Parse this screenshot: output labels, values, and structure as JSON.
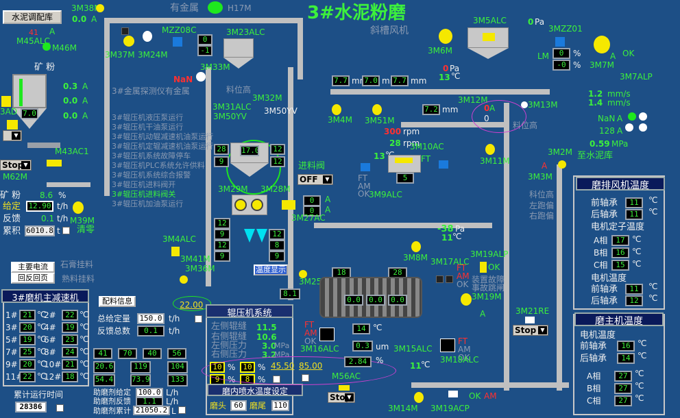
{
  "title": "3#水泥粉磨",
  "subtitle": "斜槽风机",
  "btn_cement_mix": "水泥调配库",
  "metal": "有金属",
  "h17m": "H17M",
  "labels": {
    "m38m": "3M38M",
    "m38v": "0.0",
    "a": "A",
    "m45alc": "M45ALC",
    "m45v": "41",
    "m46m": "M46M",
    "kuangfen": "矿  粉",
    "m37m": "3M37M",
    "m24m": "3M24M",
    "mzz08c": "MZZ08C",
    "m23alc": "3M23ALC",
    "m33m": "3M33M",
    "nan": "NaN",
    "liaowei": "料位高",
    "metal_fault": "3#金属探测仪有金属",
    "m3ad": "3AD",
    "m31alc": "3M31ALC",
    "m32m": "3M32M",
    "m50yv": "3M50YV",
    "m50yv2": "3M50YV",
    "m43ac1": "M43AC1",
    "stop": "Stop",
    "m62m": "M62M",
    "m29m": "3M29M",
    "m28m": "3M28M",
    "m27ac": "3M27AC",
    "kuangfen2": "矿  粉",
    "pct": "%",
    "geiding": "给定",
    "fankui": "反馈",
    "leiji": "累积",
    "th": "t/h",
    "t": "t",
    "m39m": "M39M",
    "qingling": "清零",
    "m4alc": "3M4ALC",
    "m41m": "3M41M",
    "m36m": "3M36M",
    "shigao": "石膏挂料",
    "shushi": "熟料挂料",
    "main_current": "主要电流",
    "return_page": "回反回页",
    "m25m": "3M25M",
    "temp_show": "温度显示",
    "m4m": "3M4M",
    "m51m": "3M51M",
    "m10ac": "3M10AC",
    "m12m": "3M12M",
    "m13m": "3M13M",
    "m6m": "3M6M",
    "m5alc": "3M5ALC",
    "m7m": "3M7M",
    "m7alp": "3M7ALP",
    "mzz01": "3MZZ01",
    "lm": "LM",
    "ok": "OK",
    "pa": "Pa",
    "celsius": "℃",
    "rpm": "rpm",
    "mms": "mm/s",
    "mpa": "MPa",
    "jinliao": "进料阀",
    "off": "OFF",
    "ft": "FT",
    "am": "AM",
    "m9alc": "3M9ALC",
    "m11m": "3M11M",
    "m2m": "3M2M",
    "m3m": "3M3M",
    "zhishui": "至水泥库",
    "liaowei2": "科位高",
    "zuopao": "左跑偏",
    "youpao": "右跑偏",
    "m8m": "3M8M",
    "m17alc": "3M17ALC",
    "m19alp": "3M19ALP",
    "m19m": "3M19M",
    "zhuangzhi": "装置故障",
    "zhuangzhi2": "事故跳闸",
    "m21re": "3M21RE",
    "m16alc": "3M16ALC",
    "m15alc": "3M15ALC",
    "m18alc": "3M18ALC",
    "m56ac": "M56AC",
    "um": "um",
    "m14m": "3M14M",
    "m19acp": "3M19ACP",
    "mill_inner": "磨内喷水温度设定",
    "motou": "磨头",
    "mowei": "磨尾",
    "peiliao": "配料信息",
    "zong_geiding": "总给定量",
    "fankui_zong": "反馈总数",
    "gunya": "辊压机系统",
    "zuoce_gap": "左侧辊缝",
    "youce_gap": "右侧辊缝",
    "zuoce_p": "左侧压力",
    "youce_p": "右侧压力",
    "mm": "mm",
    "mpa_s": "MPa",
    "runtime": "累计运行时间",
    "zhumo1": "助磨剂给定",
    "zhumo2": "助磨剂反馈",
    "zhumo3": "助磨剂累计",
    "lh": "L/h",
    "l": "L"
  },
  "alarms": [
    "3#辊压机液压泵运行",
    "3#辊压机干油泵运行",
    "3#辊压机动辊减速机油泵运行",
    "3#辊压机定辊减速机油泵运行",
    "3#辊压机系统故障停车",
    "3#辊压机PLC系统允许供料",
    "3#辊压机系统综合报警",
    "3#辊压机进料阀开",
    "3#辊压机进料阀关",
    "3#辊压机加油泵运行"
  ],
  "values": {
    "m3ad_v": "7.0",
    "a1": "0.3",
    "a2": "0.0",
    "a3": "0.0",
    "mzz08c_v": "0",
    "mzz08c_v2": "-1",
    "geiding_v": "12.90",
    "fankui_v": "0.1",
    "leiji_v": "6010.8",
    "kf_pct": "8.6",
    "m28": "28",
    "m17": "17.0",
    "m12": "12",
    "m9": "9",
    "m12b": "12",
    "m0a": "0",
    "m0b": "0",
    "m7a": "7.7",
    "m7b": "7.0",
    "m7c": "7.7",
    "m7d": "7.2",
    "rpm300": "300",
    "rpm28": "28",
    "t13": "13",
    "t13b": "13",
    "m6pa": "0",
    "m6t": "13",
    "m5pa": "0",
    "m12a": "0",
    "mms1": "1.2",
    "mms2": "1.4",
    "nan2": "NaN",
    "a128": "128",
    "mpa059": "0.59",
    "zh1": "0",
    "zh2": "-0",
    "m10v": "5",
    "m38": "-38",
    "m11c": "11",
    "c12": "12",
    "c9": "9",
    "c12b": "12",
    "c9b": "9",
    "c8": "8",
    "m25": "8.1",
    "mill_a": "18",
    "mill_b": "28",
    "mill_0a": "0.0",
    "mill_0b": "0.0",
    "mill_0c": "0.0",
    "m14": "14",
    "um": "0.3",
    "pct284": "2.84",
    "rc1": "11.5",
    "rc2": "10.6",
    "rc3": "3.0",
    "rc4": "3.2",
    "p1": "10",
    "p2": "10",
    "p3": "9",
    "p4": "8",
    "p5": "45.50",
    "p6": "85.00",
    "motou_v": "60",
    "mowei_v": "110",
    "m22": "22.00",
    "zong_v": "150.0",
    "fk_v": "0.1",
    "b1": "41",
    "b2": "70",
    "b3": "40",
    "b4": "56",
    "b5": "20.6",
    "b6": "119",
    "b7": "104",
    "b8": "54.4",
    "b9": "73.9",
    "b10": "133",
    "runtime_v": "28386",
    "zm1": "100.0",
    "zm2": "1.1",
    "zm3": "21050.2",
    "t11": "11"
  },
  "fan_panel": {
    "title": "磨排风机温度",
    "front": "前轴承",
    "back": "后轴承",
    "stator": "电机定子温度",
    "A": "A相",
    "B": "B相",
    "C": "C相",
    "motor": "电机温度",
    "front2": "前轴承",
    "back2": "后轴承",
    "v1": "11",
    "v2": "11",
    "v3": "17",
    "v4": "16",
    "v5": "15",
    "v6": "11",
    "v7": "12"
  },
  "main_panel": {
    "title": "磨主机温度",
    "motor": "电机温度",
    "front": "前轴承",
    "back": "后轴承",
    "A": "A相",
    "B": "B相",
    "C": "C相",
    "v1": "16",
    "v2": "14",
    "v3": "27",
    "v4": "27",
    "v5": "27"
  },
  "reducer": {
    "title": "3#磨机主减速机",
    "rows": [
      {
        "l": "1#",
        "v": "21",
        "r": "2#",
        "rv": "22"
      },
      {
        "l": "3#",
        "v": "20",
        "r": "4#",
        "rv": "19"
      },
      {
        "l": "5#",
        "v": "19",
        "r": "6#",
        "rv": "23"
      },
      {
        "l": "7#",
        "v": "25",
        "r": "8#",
        "rv": "24"
      },
      {
        "l": "9#",
        "v": "20",
        "r": "10#",
        "rv": "21"
      },
      {
        "l": "11#",
        "v": "22",
        "r": "12#",
        "rv": "18"
      }
    ]
  }
}
